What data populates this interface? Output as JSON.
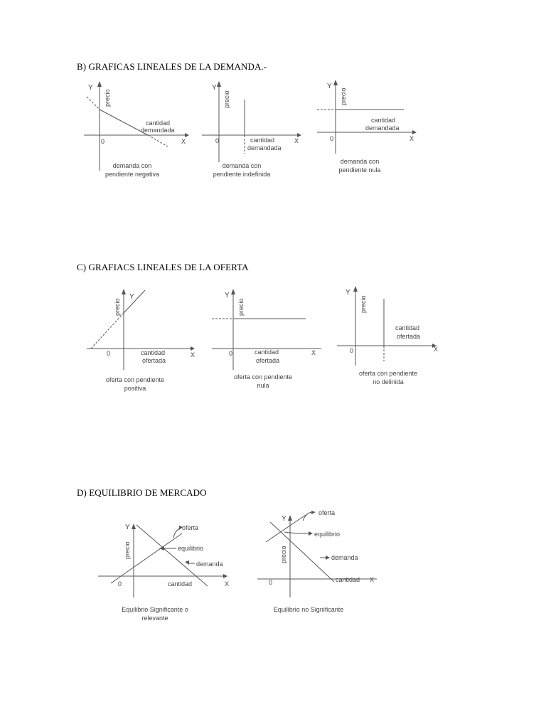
{
  "sections": {
    "b": {
      "heading": "B) GRAFICAS LINEALES DE LA DEMANDA.-",
      "fig1": {
        "y": "Y",
        "x": "X",
        "origin": "0",
        "axis_label": "precio",
        "qty1": "cantidad",
        "qty2": "demandada",
        "cap1": "demanda con",
        "cap2": "pendiente negativa"
      },
      "fig2": {
        "y": "Y",
        "x": "X",
        "origin": "0",
        "axis_label": "precio",
        "qty1": "cantidad",
        "qty2": "demandada",
        "cap1": "demanda con",
        "cap2": "pendiente indefinida"
      },
      "fig3": {
        "y": "Y",
        "x": "X",
        "origin": "0",
        "axis_label": "precio",
        "qty1": "cantidad",
        "qty2": "demandada",
        "cap1": "demanda con",
        "cap2": "pendiente nula"
      }
    },
    "c": {
      "heading": "C) GRAFIACS LINEALES DE LA OFERTA",
      "fig1": {
        "y": "Y",
        "x": "X",
        "origin": "0",
        "axis_label": "precio",
        "qty1": "cantidad",
        "qty2": "ofertada",
        "cap1": "oferta con pendiente",
        "cap2": "positiva"
      },
      "fig2": {
        "y": "Y",
        "x": "X",
        "origin": "0",
        "axis_label": "precio",
        "qty1": "cantidad",
        "qty2": "ofertada",
        "cap1": "oferta con pendiente",
        "cap2": "nula"
      },
      "fig3": {
        "y": "Y",
        "x": "X",
        "origin": "0",
        "axis_label": "precio",
        "qty1": "cantidad",
        "qty2": "ofertada",
        "cap1": "oferta con pendiente",
        "cap2": "no delinida"
      }
    },
    "d": {
      "heading": "D) EQUILIBRIO DE MERCADO",
      "fig1": {
        "y": "Y",
        "x": "X",
        "origin": "0",
        "axis_label": "precio",
        "oferta": "oferta",
        "equilibrio": "equilibrio",
        "demanda": "demanda",
        "cantidad": "cantidad",
        "cap1": "Equilibrio Significante o",
        "cap2": "relevante"
      },
      "fig2": {
        "y": "Y",
        "x": "X",
        "origin": "0",
        "axis_label": "precio",
        "oferta": "oferta",
        "equilibrio": "equilibrio",
        "demanda": "demanda",
        "cantidad": "cantidad",
        "cap1": "Equilibrio no Significante"
      }
    }
  }
}
